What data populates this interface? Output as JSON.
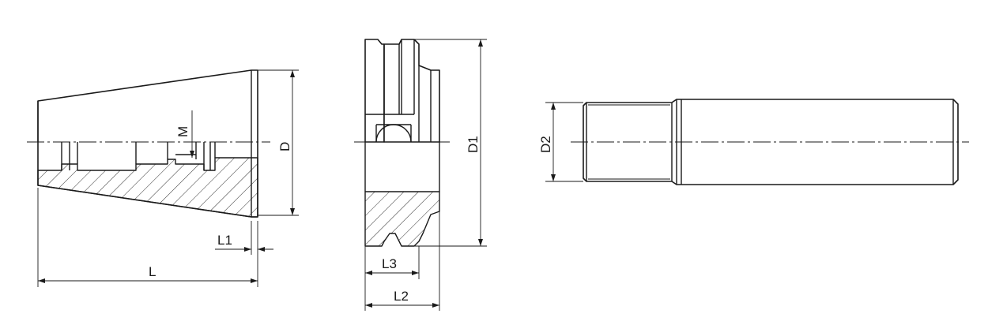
{
  "labels": {
    "M": "M",
    "D": "D",
    "L1": "L1",
    "L": "L",
    "D1": "D1",
    "L3": "L3",
    "L2": "L2",
    "D2": "D2"
  }
}
